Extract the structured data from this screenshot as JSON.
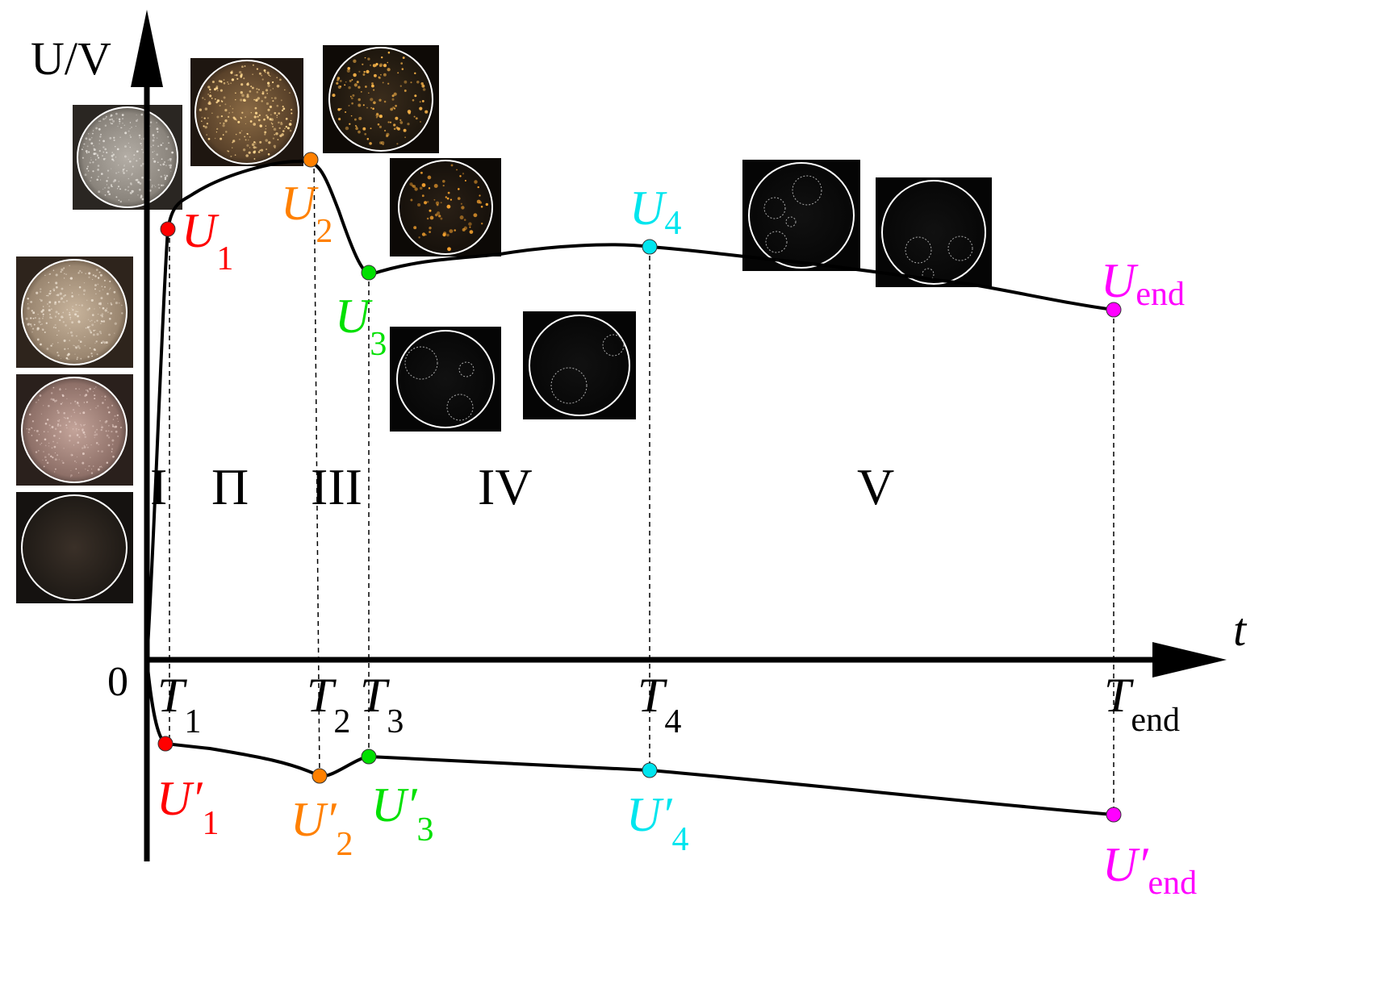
{
  "axes": {
    "y_label": "U/V",
    "x_label": "t",
    "origin_label": "0"
  },
  "regions": [
    "I",
    "Π",
    "III",
    "IV",
    "V"
  ],
  "upper_points": [
    {
      "sym": "U",
      "sub": "1",
      "color": "#ff0000"
    },
    {
      "sym": "U",
      "sub": "2",
      "color": "#ff8000"
    },
    {
      "sym": "U",
      "sub": "3",
      "color": "#00e000"
    },
    {
      "sym": "U",
      "sub": "4",
      "color": "#00e5ee"
    },
    {
      "sym": "U",
      "sub": "end",
      "color": "#ff00ff"
    }
  ],
  "lower_points": [
    {
      "sym": "U′",
      "sub": "1",
      "color": "#ff0000"
    },
    {
      "sym": "U′",
      "sub": "2",
      "color": "#ff8000"
    },
    {
      "sym": "U′",
      "sub": "3",
      "color": "#00e000"
    },
    {
      "sym": "U′",
      "sub": "4",
      "color": "#00e5ee"
    },
    {
      "sym": "U′",
      "sub": "end",
      "color": "#ff00ff"
    }
  ],
  "time_marks": [
    {
      "sym": "T",
      "sub": "1"
    },
    {
      "sym": "T",
      "sub": "2"
    },
    {
      "sym": "T",
      "sub": "3"
    },
    {
      "sym": "T",
      "sub": "4"
    },
    {
      "sym": "T",
      "sub": "end"
    }
  ],
  "micrographs": [
    {
      "id": "left-1",
      "style": "bright-sand"
    },
    {
      "id": "left-2",
      "style": "pink-sand"
    },
    {
      "id": "left-3",
      "style": "dark-plain"
    },
    {
      "id": "u1",
      "style": "grey-sand"
    },
    {
      "id": "u2-a",
      "style": "golden-dense"
    },
    {
      "id": "u2-b",
      "style": "golden-sparse"
    },
    {
      "id": "u3",
      "style": "golden-dots"
    },
    {
      "id": "iv-a",
      "style": "dark-circles"
    },
    {
      "id": "iv-b",
      "style": "dark-circles"
    },
    {
      "id": "v-a",
      "style": "dark-circles"
    },
    {
      "id": "v-b",
      "style": "dark-circles"
    }
  ]
}
